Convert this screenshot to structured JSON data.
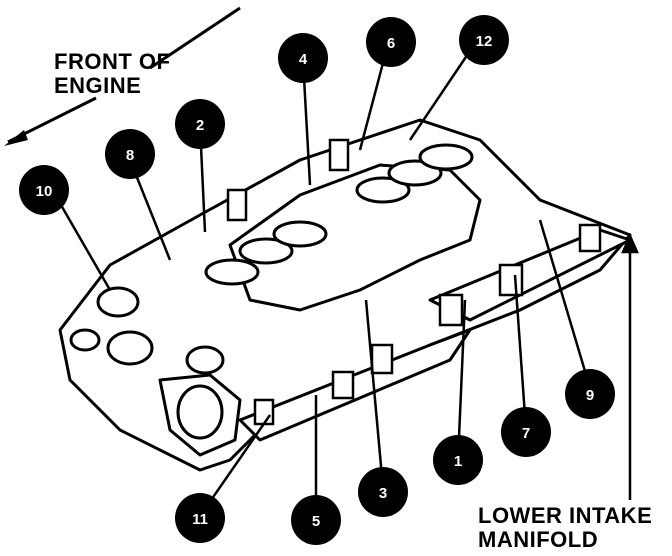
{
  "labels": {
    "front_line1": "FRONT OF",
    "front_line2": "ENGINE",
    "manifold_line1": "LOWER INTAKE",
    "manifold_line2": "MANIFOLD"
  },
  "callouts": [
    {
      "id": "c1",
      "text": "1"
    },
    {
      "id": "c2",
      "text": "2"
    },
    {
      "id": "c3",
      "text": "3"
    },
    {
      "id": "c4",
      "text": "4"
    },
    {
      "id": "c5",
      "text": "5"
    },
    {
      "id": "c6",
      "text": "6"
    },
    {
      "id": "c7",
      "text": "7"
    },
    {
      "id": "c8",
      "text": "8"
    },
    {
      "id": "c9",
      "text": "9"
    },
    {
      "id": "c10",
      "text": "10"
    },
    {
      "id": "c11",
      "text": "11"
    },
    {
      "id": "c12",
      "text": "12"
    }
  ],
  "colors": {
    "ink": "#000000",
    "paper": "#ffffff"
  }
}
